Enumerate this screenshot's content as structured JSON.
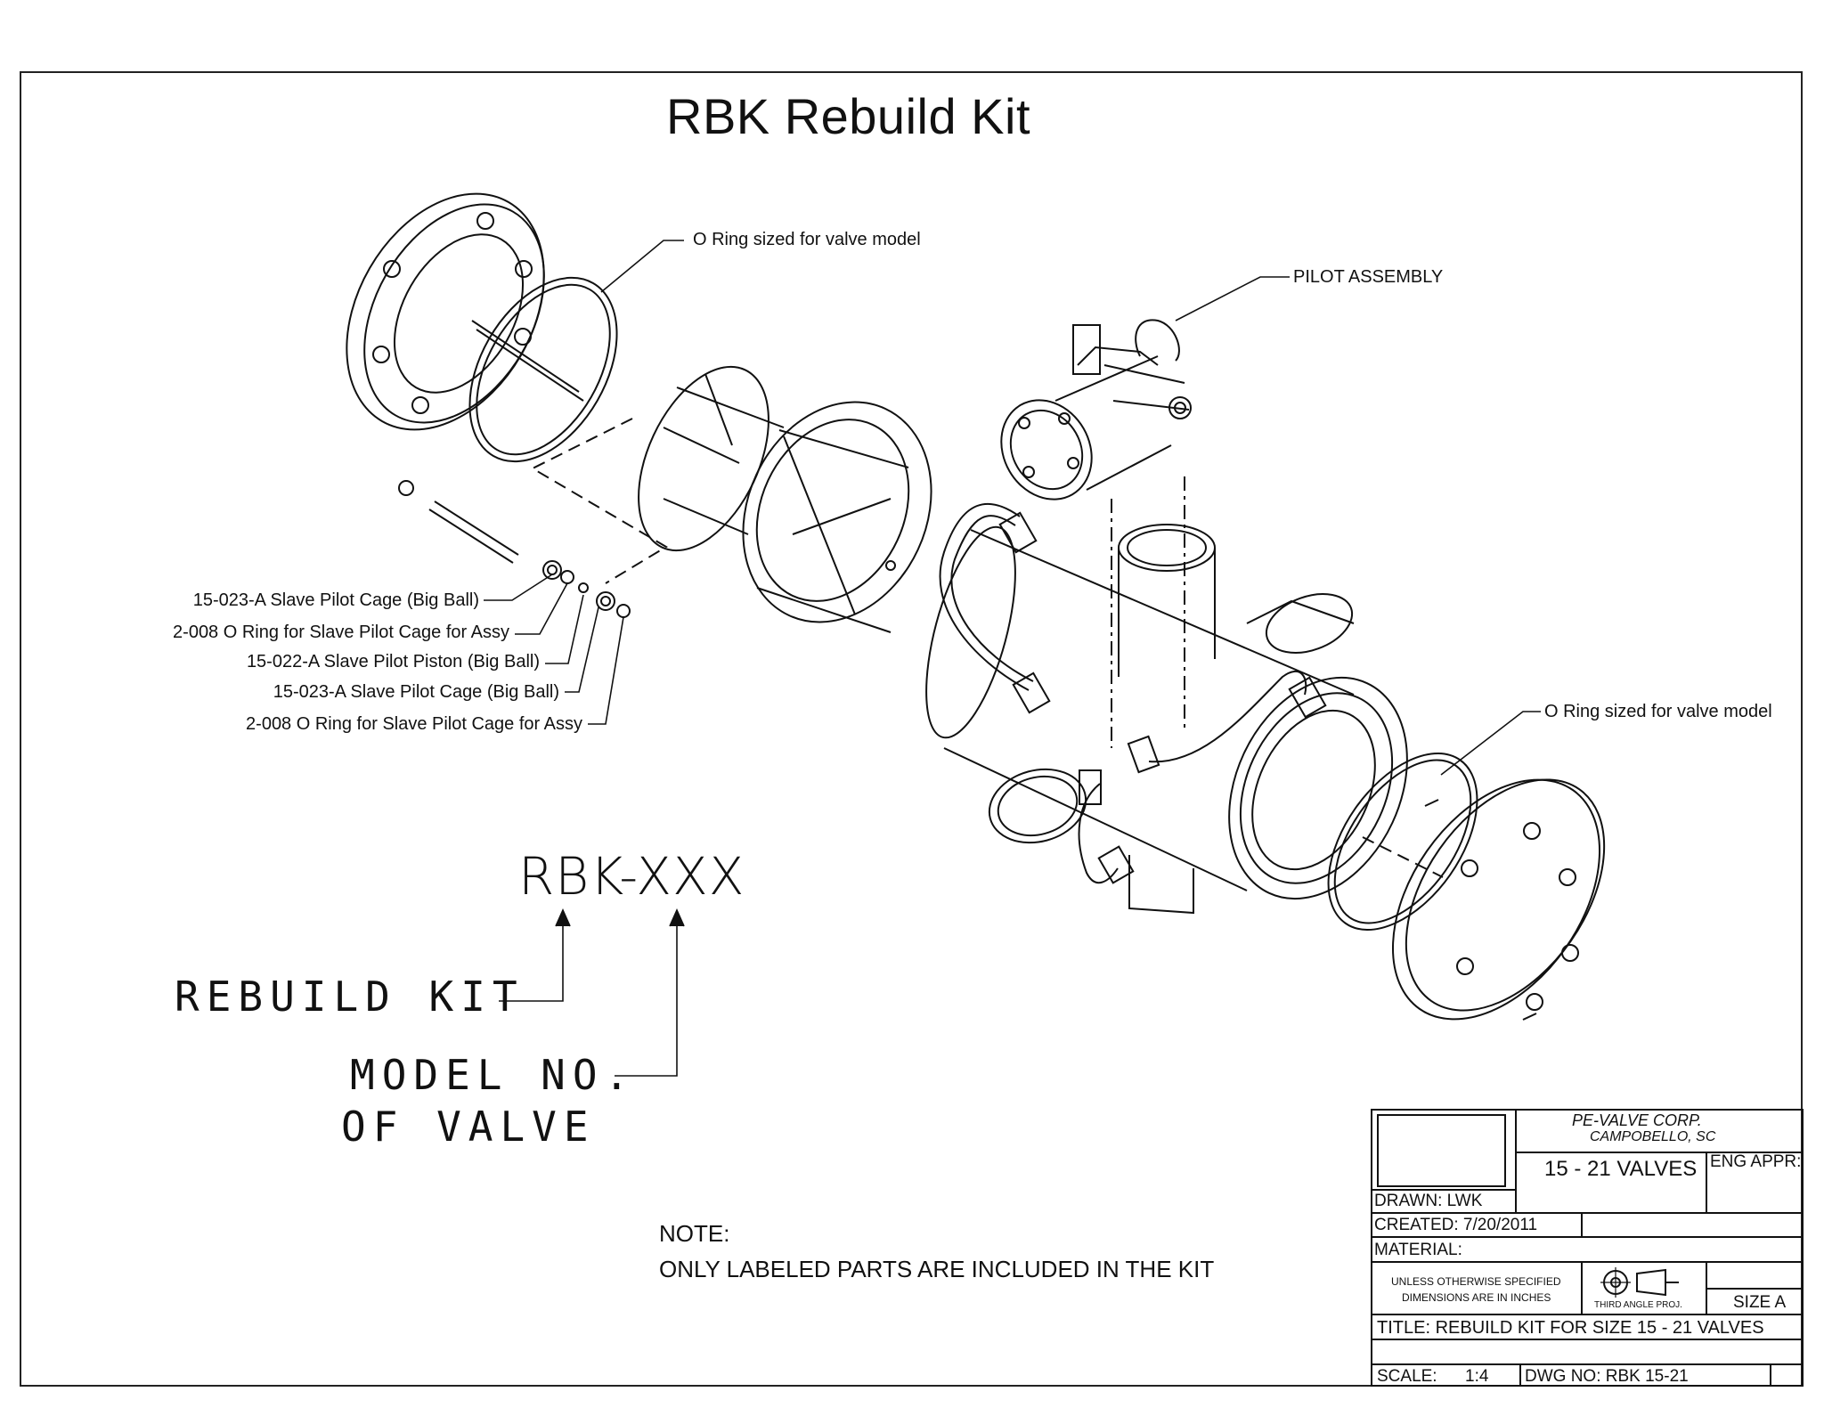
{
  "drawing_title": "RBK Rebuild Kit",
  "callouts": {
    "o_ring_top": "O Ring sized for valve model",
    "pilot_assembly": "PILOT ASSEMBLY",
    "o_ring_right": "O Ring sized for valve model",
    "parts": [
      "15-023-A Slave Pilot Cage (Big Ball)",
      "2-008 O Ring for Slave Pilot Cage for Assy",
      "15-022-A Slave Pilot Piston (Big Ball)",
      "15-023-A Slave Pilot Cage (Big Ball)",
      "2-008 O Ring for Slave Pilot Cage for Assy"
    ]
  },
  "model_code": {
    "code": "RBK-XXX",
    "rebuild_kit": "REBUILD KIT",
    "model_no_line1": "MODEL NO.",
    "model_no_line2": "OF VALVE"
  },
  "note": {
    "heading": "NOTE:",
    "text": "ONLY LABELED PARTS ARE INCLUDED IN THE KIT"
  },
  "title_block": {
    "company": "PE-VALVE CORP.",
    "location": "CAMPOBELLO, SC",
    "product": "15 - 21 VALVES",
    "eng_appr": "ENG APPR:",
    "drawn": "DRAWN: LWK",
    "created": "CREATED: 7/20/2011",
    "material": "MATERIAL:",
    "tolerance_line1": "UNLESS OTHERWISE SPECIFIED",
    "tolerance_line2": "DIMENSIONS ARE IN INCHES",
    "projection": "THIRD ANGLE PROJ.",
    "size": "SIZE A",
    "title": "TITLE: REBUILD KIT FOR SIZE 15 - 21 VALVES",
    "scale_label": "SCALE:",
    "scale_value": "1:4",
    "dwg_no": "DWG NO: RBK 15-21"
  }
}
